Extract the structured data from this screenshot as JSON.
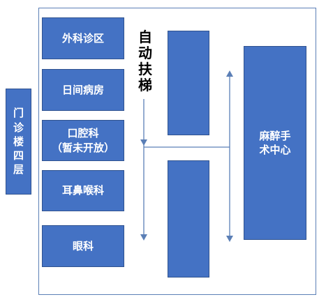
{
  "building_label": [
    "门",
    "诊",
    "楼",
    "四",
    "层"
  ],
  "rooms": {
    "surgery": "外科诊区",
    "day_ward": "日间病房",
    "stomatology_line1": "口腔科",
    "stomatology_line2": "（暂未开放）",
    "ent": "耳鼻喉科",
    "ophthalmology": "眼科"
  },
  "escalator_label": [
    "自",
    "动",
    "扶",
    "梯"
  ],
  "anesthesia_line1": "麻醉手",
  "anesthesia_line2": "术中心",
  "colors": {
    "box_fill": "#4472c4",
    "box_border": "#2f528f",
    "line": "#5b7fb6"
  }
}
